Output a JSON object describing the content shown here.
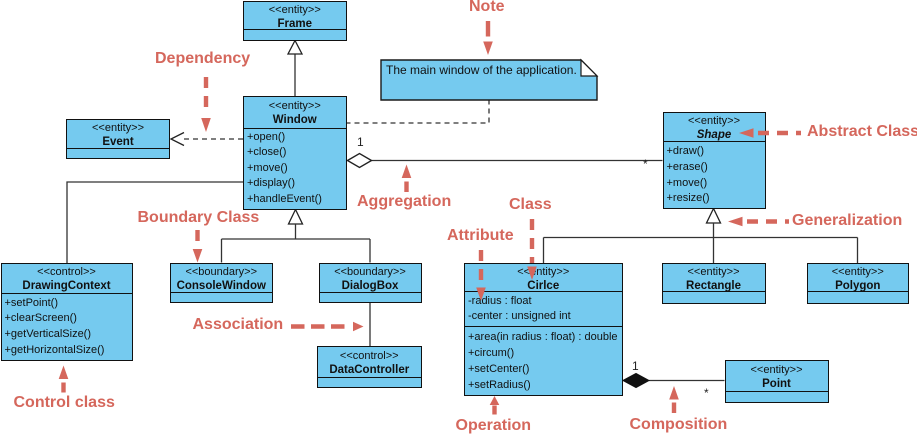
{
  "diagram": {
    "classes": {
      "frame": {
        "stereotype": "<<entity>>",
        "name": "Frame"
      },
      "window": {
        "stereotype": "<<entity>>",
        "name": "Window",
        "operations": [
          "+open()",
          "+close()",
          "+move()",
          "+display()",
          "+handleEvent()"
        ]
      },
      "event": {
        "stereotype": "<<entity>>",
        "name": "Event"
      },
      "shape": {
        "stereotype": "<<entity>>",
        "name": "Shape",
        "abstract": true,
        "operations": [
          "+draw()",
          "+erase()",
          "+move()",
          "+resize()"
        ]
      },
      "drawing_context": {
        "stereotype": "<<control>>",
        "name": "DrawingContext",
        "operations": [
          "+setPoint()",
          "+clearScreen()",
          "+getVerticalSize()",
          "+getHorizontalSize()"
        ]
      },
      "console_window": {
        "stereotype": "<<boundary>>",
        "name": "ConsoleWindow"
      },
      "dialog_box": {
        "stereotype": "<<boundary>>",
        "name": "DialogBox"
      },
      "data_controller": {
        "stereotype": "<<control>>",
        "name": "DataController"
      },
      "circle": {
        "stereotype": "<<entity>>",
        "name": "Cirlce",
        "attributes": [
          "-radius : float",
          "-center : unsigned int"
        ],
        "operations": [
          "+area(in radius : float) : double",
          "+circum()",
          "+setCenter()",
          "+setRadius()"
        ]
      },
      "rectangle": {
        "stereotype": "<<entity>>",
        "name": "Rectangle"
      },
      "polygon": {
        "stereotype": "<<entity>>",
        "name": "Polygon"
      },
      "point": {
        "stereotype": "<<entity>>",
        "name": "Point"
      }
    },
    "note": {
      "text": "The main window of the application."
    },
    "multiplicities": {
      "aggregation_one": "1",
      "aggregation_many": "*",
      "composition_one": "1",
      "composition_many": "*"
    },
    "annotations": {
      "note": "Note",
      "dependency": "Dependency",
      "abstract_class": "Abstract Class",
      "aggregation": "Aggregation",
      "boundary_class": "Boundary Class",
      "class_label": "Class",
      "attribute": "Attribute",
      "generalization": "Generalization",
      "association": "Association",
      "control_class": "Control class",
      "operation": "Operation",
      "composition": "Composition"
    },
    "colors": {
      "box_fill": "#75caef",
      "box_border": "#111111",
      "connector": "#333333",
      "annotation": "#d5675c"
    }
  }
}
